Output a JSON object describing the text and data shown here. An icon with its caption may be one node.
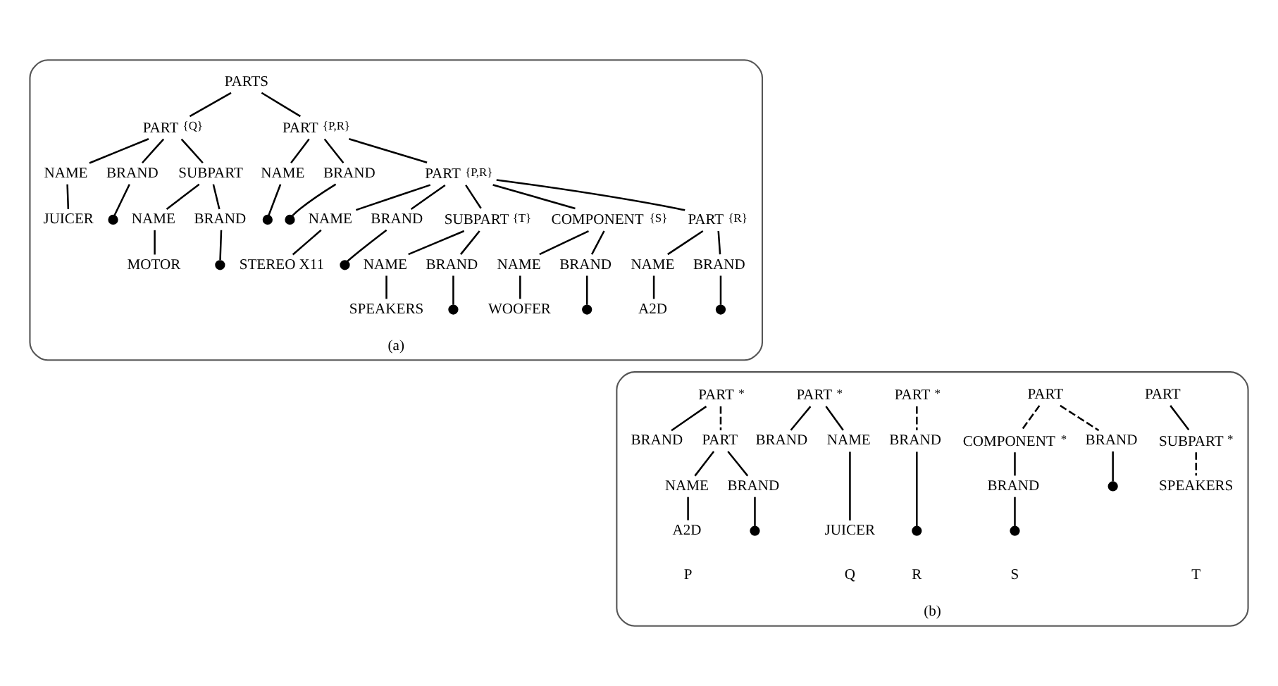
{
  "diagram": {
    "nodes": [
      {
        "text": [
          "(a)"
        ]
      },
      {
        "text": [
          "PARTS"
        ],
        "in": 0
      },
      {
        "text": [
          "PART"
        ],
        "beside": [
          "{Q}"
        ],
        "in": 0
      },
      {
        "text": [
          "PART"
        ],
        "beside": [
          "{P,R}"
        ],
        "in": 0
      },
      {
        "text": [
          "NAME"
        ],
        "in": 0
      },
      {
        "text": [
          "BRAND"
        ],
        "in": 0
      },
      {
        "text": [
          "SUBPART"
        ],
        "in": 0
      },
      {
        "text": [
          "JUICER"
        ],
        "in": 0
      },
      {
        "text": [],
        "shape": "circle",
        "in": 0
      },
      {
        "text": [
          "NAME"
        ],
        "in": 0
      },
      {
        "text": [
          "BRAND"
        ],
        "in": 0
      },
      {
        "text": [
          "MOTOR"
        ],
        "in": 0
      },
      {
        "text": [],
        "shape": "circle",
        "in": 0
      },
      {
        "text": [
          "NAME"
        ],
        "in": 0
      },
      {
        "text": [
          "BRAND"
        ],
        "in": 0
      },
      {
        "text": [
          "PART"
        ],
        "beside": [
          "{P,R}"
        ],
        "in": 0
      },
      {
        "text": [],
        "shape": "circle",
        "in": 0
      },
      {
        "text": [],
        "shape": "circle",
        "in": 0
      },
      {
        "text": [
          "NAME"
        ],
        "in": 0
      },
      {
        "text": [
          "BRAND"
        ],
        "in": 0
      },
      {
        "text": [
          "SUBPART"
        ],
        "beside": [
          "{T}"
        ],
        "in": 0
      },
      {
        "text": [
          "COMPONENT"
        ],
        "beside": [
          "{S}"
        ],
        "in": 0
      },
      {
        "text": [
          "PART"
        ],
        "beside": [
          "{R}"
        ],
        "in": 0
      },
      {
        "text": [
          "STEREO X11"
        ],
        "in": 0
      },
      {
        "text": [],
        "shape": "circle",
        "in": 0
      },
      {
        "text": [
          "NAME"
        ],
        "in": 0
      },
      {
        "text": [
          "BRAND"
        ],
        "in": 0
      },
      {
        "text": [
          "SPEAKERS"
        ],
        "in": 0
      },
      {
        "text": [],
        "shape": "circle",
        "in": 0
      },
      {
        "text": [
          "NAME"
        ],
        "in": 0
      },
      {
        "text": [
          "BRAND"
        ],
        "in": 0
      },
      {
        "text": [
          "WOOFER"
        ],
        "in": 0
      },
      {
        "text": [],
        "shape": "circle",
        "in": 0
      },
      {
        "text": [
          "NAME"
        ],
        "in": 0
      },
      {
        "text": [
          "BRAND"
        ],
        "in": 0
      },
      {
        "text": [
          "A2D"
        ],
        "in": 0
      },
      {
        "text": [],
        "shape": "circle",
        "in": 0
      },
      {
        "text": [
          "(b)"
        ]
      },
      {
        "text": [
          "PART"
        ],
        "beside": [
          "*"
        ],
        "in": 37
      },
      {
        "text": [
          "BRAND"
        ],
        "in": 37
      },
      {
        "text": [
          "PART"
        ],
        "in": 37
      },
      {
        "text": [
          "NAME"
        ],
        "in": 37
      },
      {
        "text": [
          "BRAND"
        ],
        "in": 37
      },
      {
        "text": [
          "A2D"
        ],
        "in": 37
      },
      {
        "text": [],
        "shape": "circle",
        "in": 37
      },
      {
        "text": [
          "PART"
        ],
        "beside": [
          "*"
        ],
        "in": 37
      },
      {
        "text": [
          "BRAND"
        ],
        "in": 37
      },
      {
        "text": [
          "NAME"
        ],
        "in": 37
      },
      {
        "text": [
          "JUICER"
        ],
        "in": 37
      },
      {
        "text": [
          "PART"
        ],
        "beside": [
          "*"
        ],
        "in": 37
      },
      {
        "text": [
          "BRAND"
        ],
        "in": 37
      },
      {
        "text": [],
        "shape": "circle",
        "in": 37
      },
      {
        "text": [
          "PART"
        ],
        "in": 37
      },
      {
        "text": [
          "BRAND"
        ],
        "in": 37
      },
      {
        "text": [
          "COMPONENT"
        ],
        "beside": [
          "*"
        ],
        "in": 37
      },
      {
        "text": [
          "BRAND"
        ],
        "in": 37
      },
      {
        "text": [],
        "shape": "circle",
        "in": 37
      },
      {
        "text": [],
        "shape": "circle",
        "in": 37
      },
      {
        "text": [
          "PART"
        ],
        "in": 37
      },
      {
        "text": [
          "SUBPART"
        ],
        "beside": [
          "*"
        ],
        "in": 37
      },
      {
        "text": [
          "SPEAKERS"
        ],
        "in": 37
      }
    ],
    "edges": [
      {
        "from": 1,
        "to": 2,
        "arrow": "none"
      },
      {
        "from": 1,
        "to": 3,
        "arrow": "none"
      },
      {
        "from": 2,
        "to": 4,
        "arrow": "none"
      },
      {
        "from": 2,
        "to": 5,
        "arrow": "none"
      },
      {
        "from": 2,
        "to": 6,
        "arrow": "none"
      },
      {
        "from": 4,
        "to": 7,
        "arrow": "none"
      },
      {
        "from": 5,
        "to": 8,
        "arrow": "none"
      },
      {
        "from": 6,
        "to": 9,
        "arrow": "none"
      },
      {
        "from": 6,
        "to": 10,
        "arrow": "none"
      },
      {
        "from": 9,
        "to": 11,
        "arrow": "none"
      },
      {
        "from": 10,
        "to": 12,
        "arrow": "none"
      },
      {
        "from": 3,
        "to": 13,
        "arrow": "none"
      },
      {
        "from": 3,
        "to": 14,
        "arrow": "none"
      },
      {
        "from": 3,
        "to": 15,
        "arrow": "none"
      },
      {
        "from": 13,
        "to": 16,
        "arrow": "none"
      },
      {
        "from": 14,
        "to": 17,
        "arrow": "none"
      },
      {
        "from": 15,
        "to": 18,
        "arrow": "none"
      },
      {
        "from": 15,
        "to": 19,
        "arrow": "none"
      },
      {
        "from": 15,
        "to": 20,
        "arrow": "none"
      },
      {
        "from": 15,
        "to": 21,
        "arrow": "none"
      },
      {
        "from": 15,
        "to": 22,
        "arrow": "none"
      },
      {
        "from": 18,
        "to": 23,
        "arrow": "none"
      },
      {
        "from": 19,
        "to": 24,
        "arrow": "none"
      },
      {
        "from": 20,
        "to": 25,
        "arrow": "none"
      },
      {
        "from": 20,
        "to": 26,
        "arrow": "none"
      },
      {
        "from": 25,
        "to": 27,
        "arrow": "none"
      },
      {
        "from": 26,
        "to": 28,
        "arrow": "none"
      },
      {
        "from": 21,
        "to": 29,
        "arrow": "none"
      },
      {
        "from": 21,
        "to": 30,
        "arrow": "none"
      },
      {
        "from": 29,
        "to": 31,
        "arrow": "none"
      },
      {
        "from": 30,
        "to": 32,
        "arrow": "none"
      },
      {
        "from": 22,
        "to": 33,
        "arrow": "none"
      },
      {
        "from": 22,
        "to": 34,
        "arrow": "none"
      },
      {
        "from": 33,
        "to": 35,
        "arrow": "none"
      },
      {
        "from": 34,
        "to": 36,
        "arrow": "none"
      },
      {
        "from": 38,
        "to": 39,
        "arrow": "none"
      },
      {
        "from": 38,
        "to": 40,
        "arrow": "none",
        "style": "dashed"
      },
      {
        "from": 40,
        "to": 41,
        "arrow": "none"
      },
      {
        "from": 40,
        "to": 42,
        "arrow": "none"
      },
      {
        "from": 41,
        "to": 43,
        "arrow": "none"
      },
      {
        "from": 42,
        "to": 44,
        "arrow": "none"
      },
      {
        "from": 45,
        "to": 46,
        "arrow": "none"
      },
      {
        "from": 45,
        "to": 47,
        "arrow": "none"
      },
      {
        "from": 47,
        "to": 48,
        "arrow": "none"
      },
      {
        "from": 49,
        "to": 50,
        "arrow": "none",
        "style": "dashed"
      },
      {
        "from": 50,
        "to": 51,
        "arrow": "none"
      },
      {
        "from": 52,
        "to": 53,
        "arrow": "none",
        "style": "dashed"
      },
      {
        "from": 52,
        "to": 54,
        "arrow": "none",
        "style": "dashed"
      },
      {
        "from": 53,
        "to": 56,
        "arrow": "none"
      },
      {
        "from": 54,
        "to": 55,
        "arrow": "none"
      },
      {
        "from": 55,
        "to": 57,
        "arrow": "none"
      },
      {
        "from": 58,
        "to": 59,
        "arrow": "none"
      },
      {
        "from": 59,
        "to": 60,
        "arrow": "none",
        "style": "dashed"
      }
    ],
    "labels": [
      "P",
      "Q",
      "R",
      "S",
      "T"
    ]
  }
}
